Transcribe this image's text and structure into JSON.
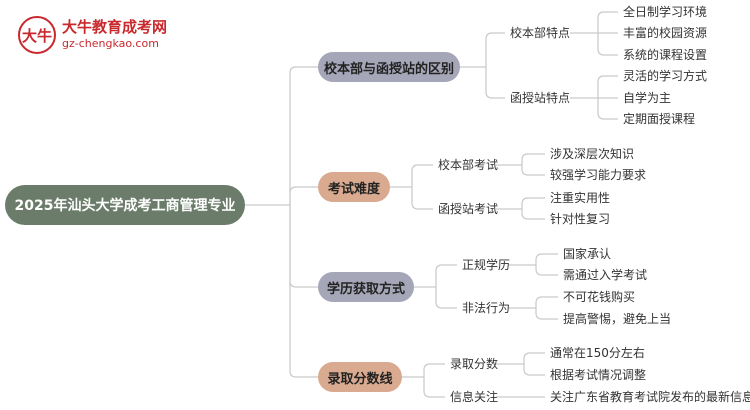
{
  "logo": {
    "mark": "大牛",
    "title": "大牛教育成考网",
    "url": "gz-chengkao.com"
  },
  "colors": {
    "root_bg": "#6b7d6a",
    "branch_difference": "#a5a6b8",
    "branch_difficulty": "#d9aa8f",
    "branch_degree": "#a5a6b8",
    "branch_score": "#d9aa8f",
    "connector": "#c9c9c9"
  },
  "mindmap": {
    "root": "2025年汕头大学成考工商管理专业",
    "branches": [
      {
        "label": "校本部与函授站的区别",
        "children": [
          {
            "label": "校本部特点",
            "leaves": [
              "全日制学习环境",
              "丰富的校园资源",
              "系统的课程设置"
            ]
          },
          {
            "label": "函授站特点",
            "leaves": [
              "灵活的学习方式",
              "自学为主",
              "定期面授课程"
            ]
          }
        ]
      },
      {
        "label": "考试难度",
        "children": [
          {
            "label": "校本部考试",
            "leaves": [
              "涉及深层次知识",
              "较强学习能力要求"
            ]
          },
          {
            "label": "函授站考试",
            "leaves": [
              "注重实用性",
              "针对性复习"
            ]
          }
        ]
      },
      {
        "label": "学历获取方式",
        "children": [
          {
            "label": "正规学历",
            "leaves": [
              "国家承认",
              "需通过入学考试"
            ]
          },
          {
            "label": "非法行为",
            "leaves": [
              "不可花钱购买",
              "提高警惕，避免上当"
            ]
          }
        ]
      },
      {
        "label": "录取分数线",
        "children": [
          {
            "label": "录取分数",
            "leaves": [
              "通常在150分左右",
              "根据考试情况调整"
            ]
          },
          {
            "label": "信息关注",
            "leaves": [
              "关注广东省教育考试院发布的最新信息"
            ]
          }
        ]
      }
    ]
  }
}
